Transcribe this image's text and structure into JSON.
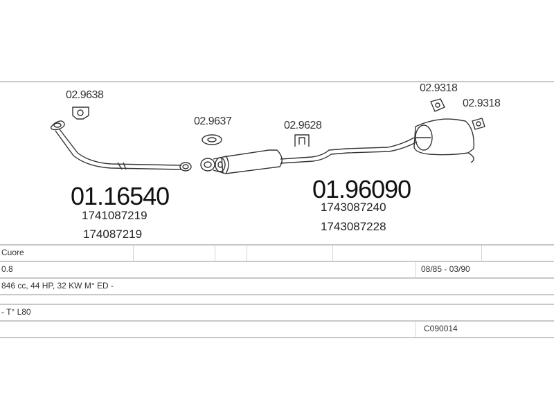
{
  "parts": {
    "p1": "02.9638",
    "p2": "02.9637",
    "p3": "02.9628",
    "p4": "02.9318",
    "p5": "02.9318"
  },
  "groups": {
    "left": {
      "code": "01.16540",
      "refs": [
        "1741087219",
        "174087219"
      ]
    },
    "right": {
      "code": "01.96090",
      "refs": [
        "1743087240",
        "1743087228"
      ]
    }
  },
  "table": {
    "model": "Cuore",
    "engine": "0.8",
    "years": "08/85 - 03/90",
    "specs": "846 cc, 44 HP, 32 KW M° ED -",
    "variant": "- T° L80",
    "code": "C090014"
  }
}
